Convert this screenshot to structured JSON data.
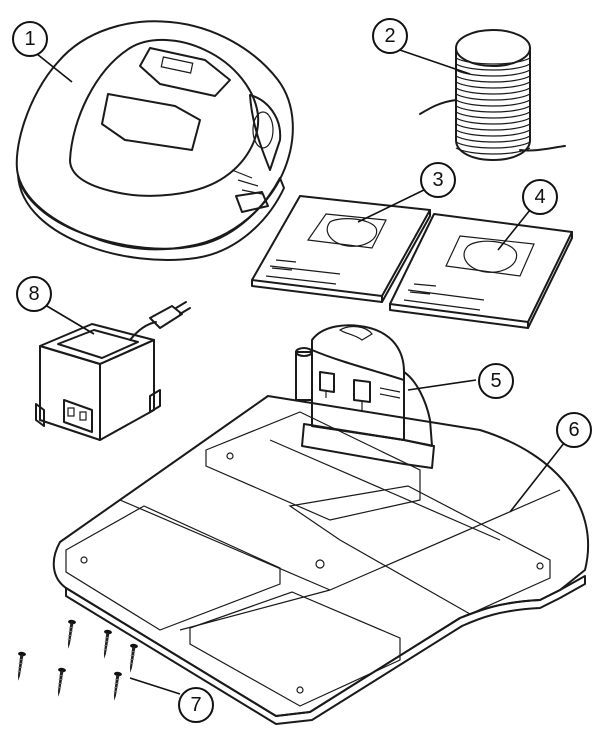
{
  "callouts": [
    {
      "id": "1",
      "label": "1"
    },
    {
      "id": "2",
      "label": "2"
    },
    {
      "id": "3",
      "label": "3"
    },
    {
      "id": "4",
      "label": "4"
    },
    {
      "id": "5",
      "label": "5"
    },
    {
      "id": "6",
      "label": "6"
    },
    {
      "id": "7",
      "label": "7"
    },
    {
      "id": "8",
      "label": "8"
    }
  ],
  "icons": {
    "mower": "robotic-mower-icon",
    "wire": "boundary-wire-spool-icon",
    "manual_a": "manual-booklet-icon",
    "manual_b": "manual-booklet-icon",
    "station": "charging-station-icon",
    "base": "station-base-plate-icon",
    "screws": "screw-icon",
    "power": "power-supply-icon"
  },
  "colors": {
    "stroke": "#1a1a1a",
    "fill": "#ffffff",
    "mesh": "#bcbcbc",
    "shade": "#e8e8e8"
  }
}
